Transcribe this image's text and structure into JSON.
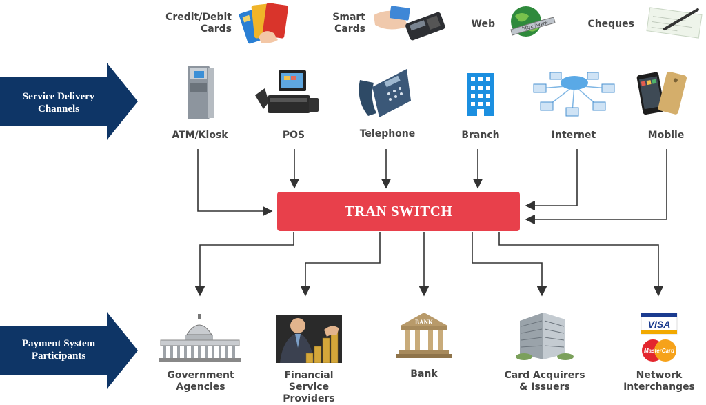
{
  "payment_methods": [
    {
      "label_line1": "Credit/Debit",
      "label_line2": "Cards",
      "icon": "credit-cards-icon"
    },
    {
      "label_line1": "Smart",
      "label_line2": "Cards",
      "icon": "smart-card-reader-icon"
    },
    {
      "label_line1": "Web",
      "label_line2": "",
      "icon": "web-globe-icon"
    },
    {
      "label_line1": "Cheques",
      "label_line2": "",
      "icon": "cheque-pen-icon"
    }
  ],
  "delivery_banner": {
    "line1": "Service Delivery",
    "line2": "Channels",
    "color": "#0e3566"
  },
  "channels": [
    {
      "label": "ATM/Kiosk",
      "icon": "atm-icon"
    },
    {
      "label": "POS",
      "icon": "pos-terminal-icon"
    },
    {
      "label": "Telephone",
      "icon": "telephone-icon"
    },
    {
      "label": "Branch",
      "icon": "branch-building-icon"
    },
    {
      "label": "Internet",
      "icon": "internet-network-icon"
    },
    {
      "label": "Mobile",
      "icon": "mobile-phone-icon"
    }
  ],
  "switch": {
    "label": "TRAN SWITCH",
    "color": "#e8404b"
  },
  "participants_banner": {
    "line1": "Payment System",
    "line2": "Participants",
    "color": "#0e3566"
  },
  "participants": [
    {
      "line1": "Government",
      "line2": "Agencies",
      "line3": "",
      "icon": "capitol-building-icon"
    },
    {
      "line1": "Financial",
      "line2": "Service",
      "line3": "Providers",
      "icon": "businessman-coins-icon"
    },
    {
      "line1": "Bank",
      "line2": "",
      "line3": "",
      "icon": "bank-building-icon"
    },
    {
      "line1": "Card Acquirers",
      "line2": "& Issuers",
      "line3": "",
      "icon": "office-tower-icon"
    },
    {
      "line1": "Network",
      "line2": "Interchanges",
      "line3": "",
      "icon": "card-networks-icon"
    }
  ],
  "card_brands": {
    "visa": "VISA",
    "mastercard": "MasterCard"
  },
  "bank_sign": "BANK",
  "web_url": "http://www"
}
